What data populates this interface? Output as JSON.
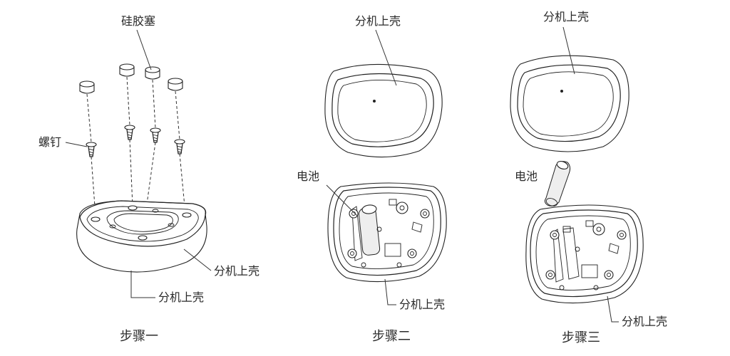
{
  "labels": {
    "silicone_plug": "硅胶塞",
    "screw": "螺钉",
    "upper_shell": "分机上壳",
    "battery": "电池"
  },
  "steps": [
    "步骤一",
    "步骤二",
    "步骤三"
  ]
}
